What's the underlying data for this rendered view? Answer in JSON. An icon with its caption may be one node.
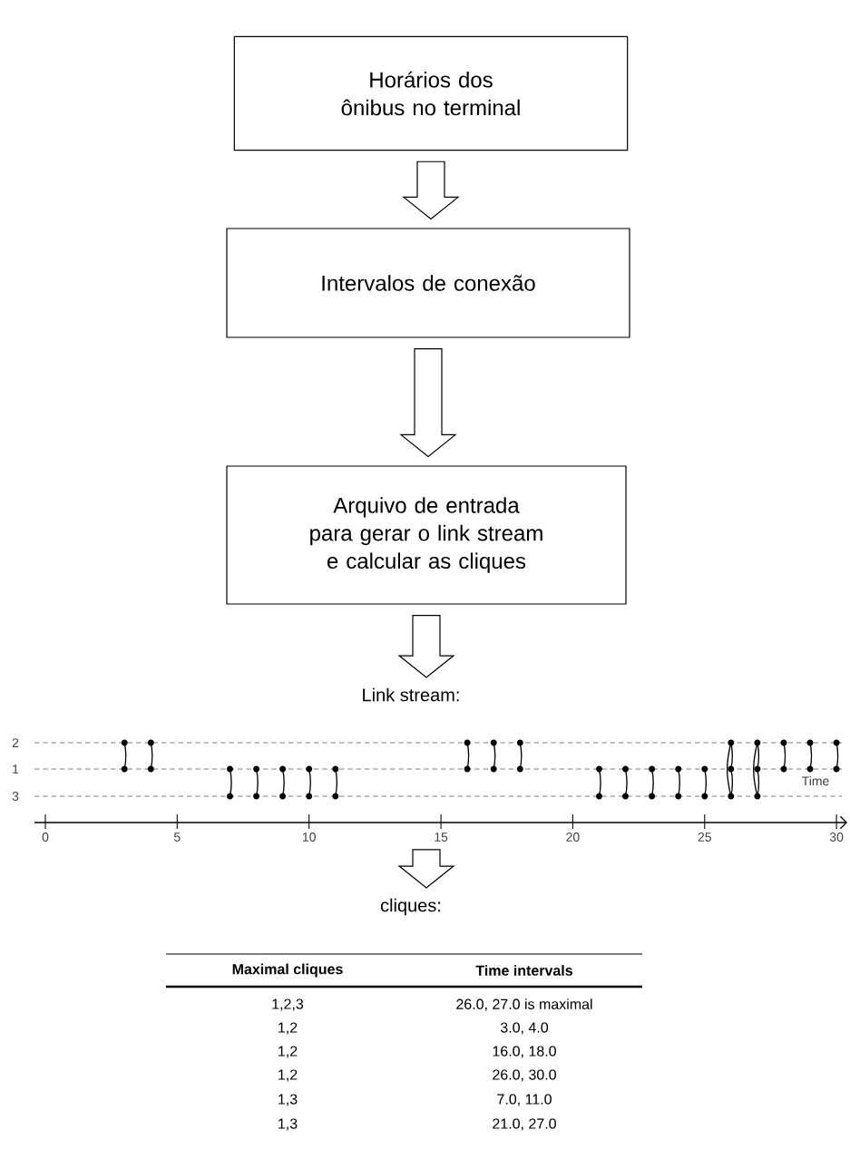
{
  "diagram": {
    "nodes": [
      {
        "text": [
          "Horários dos ônibus no terminal"
        ]
      },
      {
        "text": [
          "Intervalos de conexão"
        ]
      },
      {
        "text": [
          "Arquivo de entrada para gerar o link stream e calcular as cliques"
        ]
      },
      {
        "text": [
          "Link stream:"
        ]
      },
      {
        "text": [],
        "shape": "picture"
      },
      {
        "text": [
          "cliques:"
        ]
      }
    ],
    "edges": [
      {
        "from": 0,
        "to": 1,
        "arrow": "to"
      },
      {
        "from": 1,
        "to": 2,
        "arrow": "to"
      },
      {
        "from": 2,
        "to": 3,
        "arrow": "to"
      },
      {
        "from": 4,
        "to": 5,
        "arrow": "to"
      }
    ],
    "labels": [
      "2",
      "1",
      "3",
      "Time",
      "0",
      "5",
      "10",
      "15",
      "20",
      "25",
      "30",
      "Maximal cliques",
      "Time intervals",
      "1,2,3",
      "26.0, 27.0 is maximal",
      "1,2",
      "3.0, 4.0",
      "1,2",
      "16.0, 18.0",
      "1,2",
      "26.0, 30.0",
      "1,3",
      "7.0, 11.0",
      "1,3",
      "21.0, 27.0"
    ]
  }
}
